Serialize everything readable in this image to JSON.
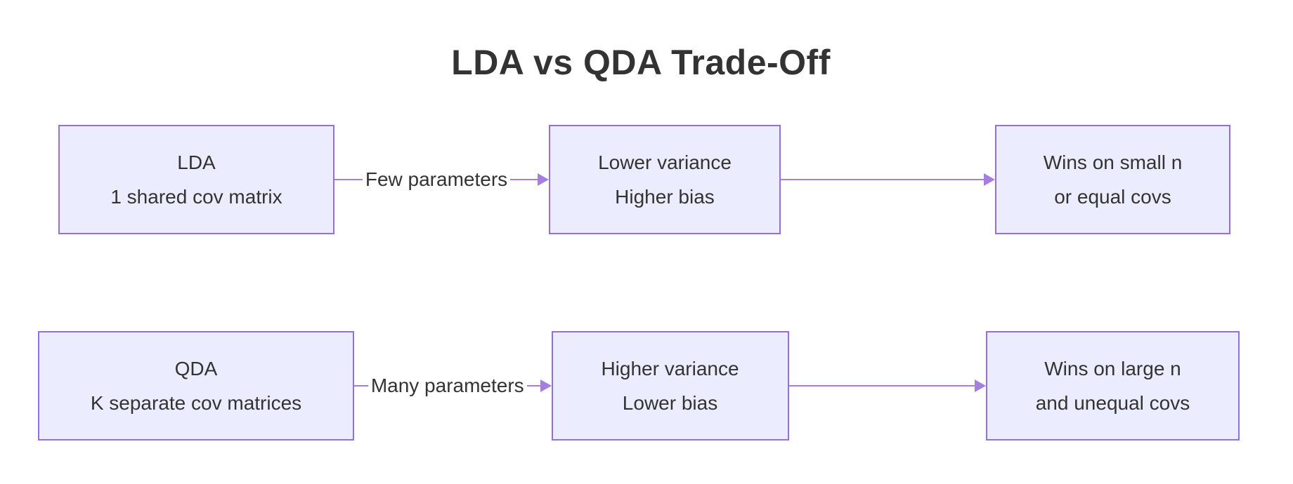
{
  "title": "LDA vs QDA Trade-Off",
  "rows": [
    {
      "nodes": [
        {
          "line1": "LDA",
          "line2": "1 shared cov matrix"
        },
        {
          "line1": "Lower variance",
          "line2": "Higher bias"
        },
        {
          "line1": "Wins on small n",
          "line2": "or equal covs"
        }
      ],
      "edges": [
        {
          "label": "Few parameters"
        },
        {}
      ]
    },
    {
      "nodes": [
        {
          "line1": "QDA",
          "line2": "K separate cov matrices"
        },
        {
          "line1": "Higher variance",
          "line2": "Lower bias"
        },
        {
          "line1": "Wins on large n",
          "line2": "and unequal covs"
        }
      ],
      "edges": [
        {
          "label": "Many parameters"
        },
        {}
      ]
    }
  ],
  "colors": {
    "node_fill": "#ECECFF",
    "node_border": "#9370DB",
    "arrow": "#A47FE1",
    "text": "#333333",
    "background": "#FFFFFF"
  }
}
